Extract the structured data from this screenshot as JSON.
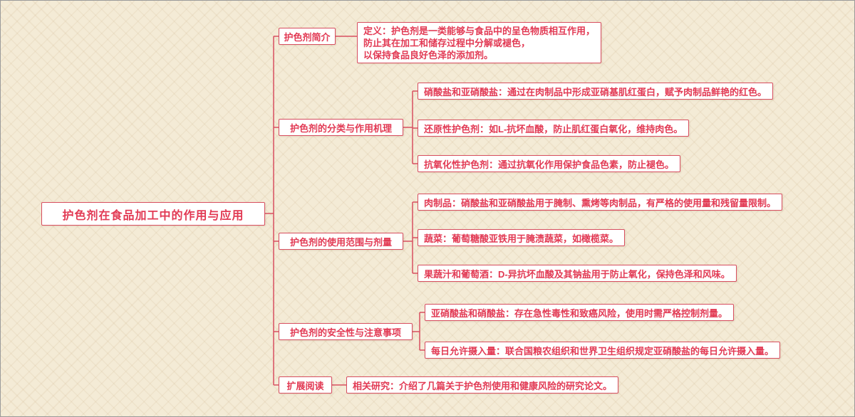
{
  "root": {
    "label": "护色剂在食品加工中的作用与应用"
  },
  "branches": [
    {
      "label": "护色剂简介",
      "children": [
        {
          "text": "定义：护色剂是一类能够与食品中的呈色物质相互作用，\n防止其在加工和储存过程中分解或褪色，\n以保持食品良好色泽的添加剂。"
        }
      ]
    },
    {
      "label": "护色剂的分类与作用机理",
      "children": [
        {
          "text": "硝酸盐和亚硝酸盐：通过在肉制品中形成亚硝基肌红蛋白，赋予肉制品鲜艳的红色。"
        },
        {
          "text": "还原性护色剂：如L-抗坏血酸，防止肌红蛋白氧化，维持肉色。"
        },
        {
          "text": "抗氧化性护色剂：通过抗氧化作用保护食品色素，防止褪色。"
        }
      ]
    },
    {
      "label": "护色剂的使用范围与剂量",
      "children": [
        {
          "text": "肉制品：硝酸盐和亚硝酸盐用于腌制、熏烤等肉制品，有严格的使用量和残留量限制。"
        },
        {
          "text": "蔬菜：葡萄糖酸亚铁用于腌渍蔬菜，如橄榄菜。"
        },
        {
          "text": "果蔬汁和葡萄酒：D-异抗坏血酸及其钠盐用于防止氧化，保持色泽和风味。"
        }
      ]
    },
    {
      "label": "护色剂的安全性与注意事项",
      "children": [
        {
          "text": "亚硝酸盐和硝酸盐：存在急性毒性和致癌风险，使用时需严格控制剂量。"
        },
        {
          "text": "每日允许摄入量：联合国粮农组织和世界卫生组织规定亚硝酸盐的每日允许摄入量。"
        }
      ]
    },
    {
      "label": "扩展阅读",
      "children": [
        {
          "text": "相关研究：介绍了几篇关于护色剂使用和健康风险的研究论文。"
        }
      ]
    }
  ],
  "theme": {
    "accent": "#e23a54",
    "node_border": "#d84f60",
    "connector": "#d84f60",
    "node_bg": "#ffffff",
    "canvas_bg": "#f4ebd6"
  }
}
